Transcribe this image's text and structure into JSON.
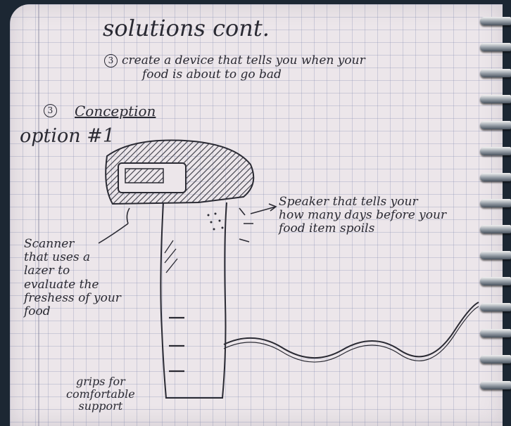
{
  "notebook": {
    "title": "solutions cont.",
    "item": {
      "number": "3",
      "line1": "create a device that tells you when your",
      "line2": "food is about to go bad"
    },
    "conception": {
      "number": "3",
      "heading": "Conception",
      "option": "option #1"
    },
    "annotations": {
      "speaker": [
        "Speaker that tells your",
        "how many days before your",
        "food item spoils"
      ],
      "scanner": [
        "Scanner",
        "that uses a",
        "lazer to",
        "evaluate the",
        "freshess of your",
        "food"
      ],
      "grips": [
        "grips for",
        "comfortable",
        "support"
      ]
    }
  },
  "colors": {
    "ink": "#2a2a33",
    "paper": "#ece6ea",
    "grid": "#7882aa",
    "background": "#1c2733"
  }
}
